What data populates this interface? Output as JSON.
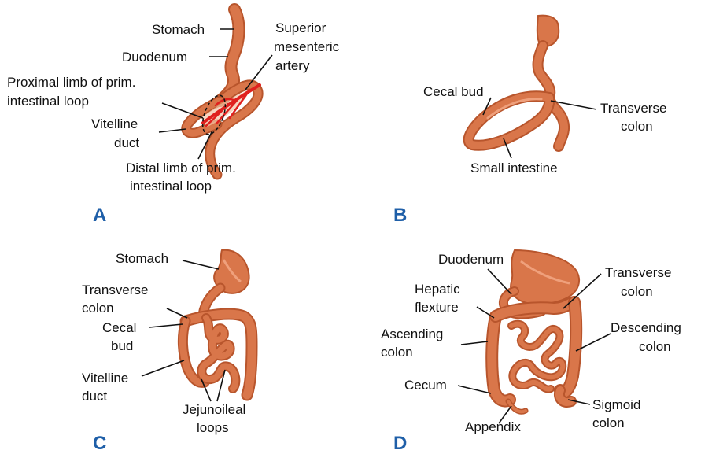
{
  "colors": {
    "gut": "#d9764a",
    "gut_shadow": "#b8552c",
    "gut_highlight": "#efa07c",
    "artery": "#e0201e",
    "panel_letter": "#1f5fa8",
    "label_text": "#111111"
  },
  "panels": {
    "A": {
      "letter": "A",
      "labels": {
        "stomach": "Stomach",
        "duodenum": "Duodenum",
        "sma_1": "Superior",
        "sma_2": "mesenteric",
        "sma_3": "artery",
        "proximal_1": "Proximal limb of prim.",
        "proximal_2": "intestinal loop",
        "vitelline_1": "Vitelline",
        "vitelline_2": "duct",
        "distal_1": "Distal limb of prim.",
        "distal_2": "intestinal loop"
      }
    },
    "B": {
      "letter": "B",
      "labels": {
        "cecal_bud": "Cecal bud",
        "transverse_1": "Transverse",
        "transverse_2": "colon",
        "small_intestine": "Small intestine"
      }
    },
    "C": {
      "letter": "C",
      "labels": {
        "stomach": "Stomach",
        "transverse_1": "Transverse",
        "transverse_2": "colon",
        "cecal_1": "Cecal",
        "cecal_2": "bud",
        "vitelline_1": "Vitelline",
        "vitelline_2": "duct",
        "jejuno_1": "Jejunoileal",
        "jejuno_2": "loops"
      }
    },
    "D": {
      "letter": "D",
      "labels": {
        "duodenum": "Duodenum",
        "transverse_1": "Transverse",
        "transverse_2": "colon",
        "hepatic_1": "Hepatic",
        "hepatic_2": "flexture",
        "ascending_1": "Ascending",
        "ascending_2": "colon",
        "descending_1": "Descending",
        "descending_2": "colon",
        "cecum": "Cecum",
        "appendix": "Appendix",
        "sigmoid_1": "Sigmoid",
        "sigmoid_2": "colon"
      }
    }
  }
}
